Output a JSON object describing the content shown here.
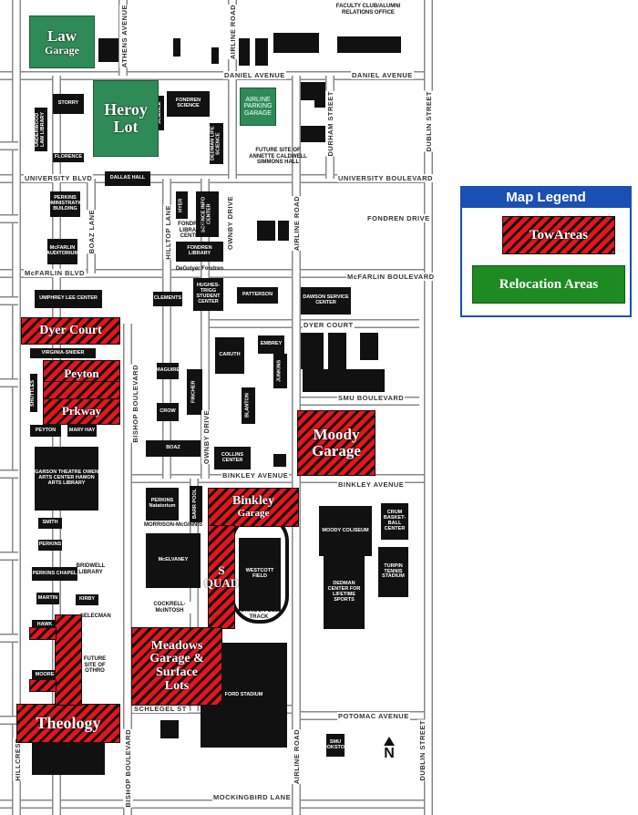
{
  "legend": {
    "title": "Map Legend",
    "tow_label": "TowAreas",
    "relocation_label": "Relocation Areas"
  },
  "colors": {
    "tow_red": "#e8141b",
    "relocation_green": "#2e8b57",
    "legend_blue": "#1a4fb3"
  },
  "relocation_areas": [
    {
      "id": "law",
      "lines": [
        "Law",
        "Garage"
      ]
    },
    {
      "id": "heroy",
      "lines": [
        "Heroy",
        "Lot"
      ]
    },
    {
      "id": "airline",
      "lines": [
        "AIRLINE",
        "PARKING",
        "GARAGE"
      ]
    }
  ],
  "tow_areas": [
    {
      "id": "dyer",
      "lines": [
        "Dyer Court"
      ]
    },
    {
      "id": "peyton",
      "lines": [
        "Peyton"
      ]
    },
    {
      "id": "prkway",
      "lines": [
        "Prkway"
      ]
    },
    {
      "id": "moody",
      "lines": [
        "Moody",
        "Garage"
      ]
    },
    {
      "id": "binkley",
      "lines": [
        "Binkley",
        "Garage"
      ]
    },
    {
      "id": "quad",
      "lines": [
        "S",
        "QUAD"
      ]
    },
    {
      "id": "meadows",
      "lines": [
        "Meadows",
        "Garage &",
        "Surface",
        "Lots"
      ]
    },
    {
      "id": "theology",
      "lines": [
        "Theology"
      ]
    }
  ],
  "streets": [
    "DANIEL AVENUE",
    "DANIEL AVENUE",
    "ATHENS AVENUE",
    "AIRLINE ROAD",
    "UNIVERSITY BLVD",
    "UNIVERSITY BOULEVARD",
    "DURHAM STREET",
    "DUBLIN STREET",
    "BOAZ LANE",
    "HILLTOP LANE",
    "OWNBY DRIVE",
    "AIRLINE ROAD",
    "FONDREN DRIVE",
    "McFARLIN BLVD",
    "McFARLIN BOULEVARD",
    "DYER COURT",
    "SMU BOULEVARD",
    "BISHOP BOULEVARD",
    "OWNBY DRIVE",
    "BINKLEY AVENUE",
    "BINKLEY AVENUE",
    "SCHLEGEL ST",
    "POTOMAC AVENUE",
    "HILLCREST",
    "BISHOP BOULEVARD",
    "AIRLINE ROAD",
    "DUBLIN STREET",
    "MOCKINGBIRD LANE"
  ],
  "buildings": [
    "STORRY",
    "UNDERWOOD LAW LIBRARY",
    "FLORENCE",
    "DALLAS HALL",
    "PERKINS ADMINISTRATION BUILDING",
    "McFARLIN AUDITORIUM",
    "FONDREN SCIENCE",
    "SCIENCE",
    "DEDMAN LIFE SCIENCE",
    "HYER",
    "SCIENCE INFO CENTER",
    "FONDREN LIBRARY",
    "UMPHREY LEE CENTER",
    "CLEMENTS",
    "HUGHES-TRIGG STUDENT CENTER",
    "PATTERSON",
    "DAWSON SERVICE CENTER",
    "CARUTH",
    "EMBREY",
    "JUNKINS",
    "BLANTON",
    "MAGUIRE",
    "CROW",
    "FINCHER",
    "BOAZ",
    "COLLINS CENTER",
    "VIRGINIA-SNIDER",
    "SHUTTLES",
    "PEYTON",
    "MARY HAY",
    "GARSON THEATRE  OWEN ARTS CENTER  HAMON ARTS LIBRARY",
    "PERKINS Natatorium",
    "BARR POOL",
    "McELVANEY",
    "WESTCOTT FIELD",
    "MOODY COLISEUM",
    "CRUM BASKET-BALL CENTER",
    "TURPIN TENNIS STADIUM",
    "DEDMAN CENTER FOR LIFETIME SPORTS",
    "SMITH",
    "PERKINS",
    "PERKINS CHAPEL",
    "MARTIN",
    "KIRBY",
    "HAWK",
    "MOORE",
    "FORD STADIUM",
    "SMU BOOKSTORE"
  ],
  "map_labels": [
    "FACULTY CLUB/ALUMNI RELATIONS OFFICE",
    "FUTURE SITE OF ANNETTE CALDWELL SIMMONS HALL",
    "FONDREN LIBRARY CENTER",
    "DeGolyer  Fondren",
    "MORRISON-McGINNIS",
    "COCKRELL-McINTOSH",
    "MORRISON-BELL TRACK",
    "BRIDWELL LIBRARY",
    "SELECMAN",
    "FUTURE SITE OF OTHRO"
  ],
  "compass": {
    "label": "N"
  }
}
